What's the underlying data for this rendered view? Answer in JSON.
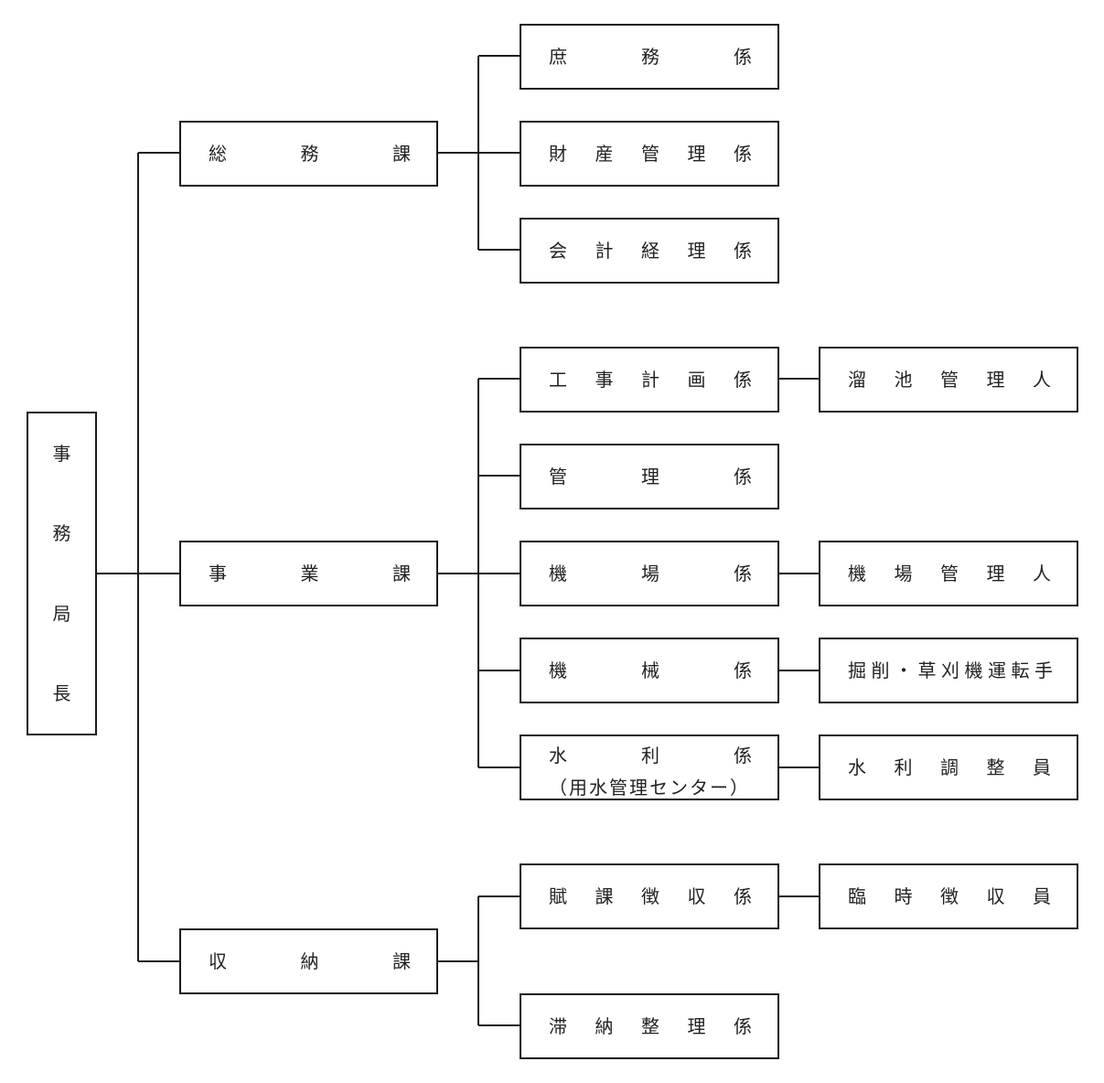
{
  "director": [
    "事",
    "務",
    "局",
    "長"
  ],
  "sections": {
    "somu": [
      "総",
      "務",
      "課"
    ],
    "jigyo": [
      "事",
      "業",
      "課"
    ],
    "shuno": [
      "収",
      "納",
      "課"
    ]
  },
  "units": {
    "shomu": [
      "庶",
      "務",
      "係"
    ],
    "zaisan": [
      "財",
      "産",
      "管",
      "理",
      "係"
    ],
    "kaikei": [
      "会",
      "計",
      "経",
      "理",
      "係"
    ],
    "koji": [
      "工",
      "事",
      "計",
      "画",
      "係"
    ],
    "kanri": [
      "管",
      "理",
      "係"
    ],
    "kijo": [
      "機",
      "場",
      "係"
    ],
    "kikai": [
      "機",
      "械",
      "係"
    ],
    "suiri": [
      "水",
      "利",
      "係"
    ],
    "suiri_sub": "（用水管理センター）",
    "fuka": [
      "賦",
      "課",
      "徴",
      "収",
      "係"
    ],
    "taino": [
      "滞",
      "納",
      "整",
      "理",
      "係"
    ]
  },
  "staff": {
    "ryuchi": [
      "溜",
      "池",
      "管",
      "理",
      "人"
    ],
    "kijo_kanri": [
      "機",
      "場",
      "管",
      "理",
      "人"
    ],
    "kussaku": [
      "掘",
      "削",
      "・",
      "草",
      "刈",
      "機",
      "運",
      "転",
      "手"
    ],
    "suiri_chosei": [
      "水",
      "利",
      "調",
      "整",
      "員"
    ],
    "rinji": [
      "臨",
      "時",
      "徴",
      "収",
      "員"
    ]
  }
}
